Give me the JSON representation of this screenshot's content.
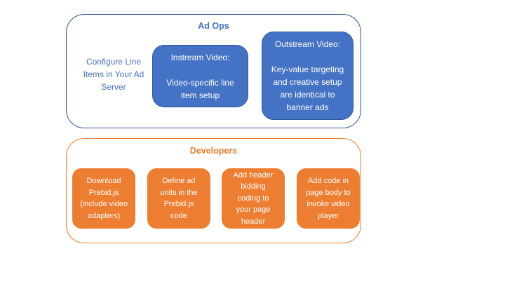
{
  "colors": {
    "blue_fill": "#4472C4",
    "blue_border": "#2F5597",
    "blue_text": "#4472C4",
    "orange": "#ED7D31",
    "white_text": "#FFFFFF",
    "bg": "#FFFFFF"
  },
  "ad_ops": {
    "title": "Ad Ops",
    "side_label": "Configure Line\nItems in Your Ad\nServer",
    "boxes": [
      {
        "name": "instream-video",
        "text": "Instream Video:\n\nVideo-specific line\nitem setup"
      },
      {
        "name": "outstream-video",
        "text": "Outstream Video:\n\nKey-value targeting\nand creative setup\nare identical to\nbanner ads"
      }
    ]
  },
  "developers": {
    "title": "Developers",
    "boxes": [
      {
        "name": "download-prebid",
        "text": "Download\nPrebid.js\n(include video\nadapters)"
      },
      {
        "name": "define-ad-units",
        "text": "Define ad\nunits in the\nPrebid.js\ncode"
      },
      {
        "name": "add-header-bidding",
        "text": "Add header\nbidding\ncoding to\nyour page\nheader"
      },
      {
        "name": "add-page-body-code",
        "text": "Add code in\npage body to\ninvoke video\nplayer"
      }
    ]
  }
}
